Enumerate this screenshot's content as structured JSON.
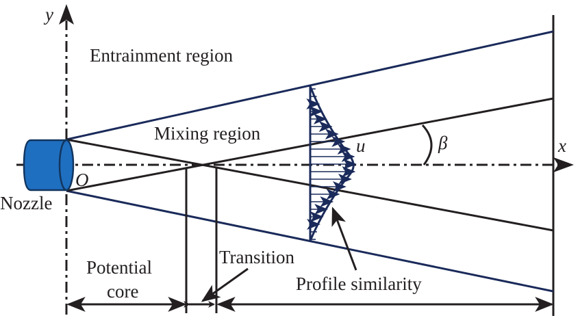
{
  "diagram": {
    "title": "Jet flow regions from nozzle",
    "axes": {
      "x_label": "x",
      "y_label": "y",
      "origin_label": "O"
    },
    "labels": {
      "entrainment": "Entrainment region",
      "mixing": "Mixing region",
      "nozzle": "Nozzle",
      "velocity": "u",
      "angle": "β",
      "potential_core_line1": "Potential",
      "potential_core_line2": "core",
      "transition": "Transition",
      "profile_similarity": "Profile similarity"
    },
    "colors": {
      "nozzle_fill": "#1f6fc0",
      "nozzle_stroke": "#12355e",
      "boundary_line": "#1a2a5a",
      "inner_line": "#231f20",
      "profile": "#1a2a5a"
    }
  }
}
